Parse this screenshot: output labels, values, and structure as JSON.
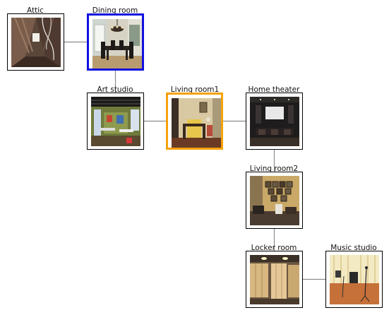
{
  "nodes": [
    {
      "id": "attic",
      "label": "Attic",
      "highlight": "none"
    },
    {
      "id": "dining",
      "label": "Dining room",
      "highlight": "current"
    },
    {
      "id": "art",
      "label": "Art studio",
      "highlight": "none"
    },
    {
      "id": "living1",
      "label": "Living room1",
      "highlight": "target"
    },
    {
      "id": "theater",
      "label": "Home theater",
      "highlight": "none"
    },
    {
      "id": "living2",
      "label": "Living room2",
      "highlight": "none"
    },
    {
      "id": "locker",
      "label": "Locker room",
      "highlight": "none"
    },
    {
      "id": "music",
      "label": "Music studio",
      "highlight": "none"
    }
  ],
  "edges": [
    [
      "attic",
      "dining"
    ],
    [
      "dining",
      "art"
    ],
    [
      "art",
      "living1"
    ],
    [
      "living1",
      "theater"
    ],
    [
      "theater",
      "living2"
    ],
    [
      "living2",
      "locker"
    ],
    [
      "locker",
      "music"
    ]
  ],
  "colors": {
    "current_border": "#1010e0",
    "target_border": "#f5a20a",
    "default_border": "#000000",
    "edge": "#8c8c8c"
  }
}
